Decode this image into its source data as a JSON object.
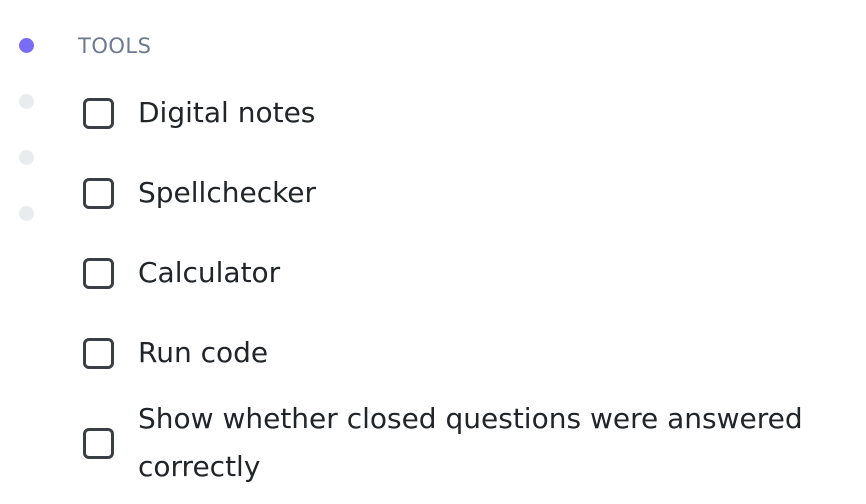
{
  "section": {
    "title": "TOOLS"
  },
  "steps": {
    "count": 4,
    "active_index": 0
  },
  "options": [
    {
      "label": "Digital notes",
      "checked": false
    },
    {
      "label": "Spellchecker",
      "checked": false
    },
    {
      "label": "Calculator",
      "checked": false
    },
    {
      "label": "Run code",
      "checked": false
    },
    {
      "label": "Show whether closed questions were answered correctly",
      "checked": false
    }
  ],
  "colors": {
    "accent": "#7b6cf6",
    "inactive_dot": "#e9ecef",
    "title": "#6b7a8f",
    "checkbox_border": "#3a3f45"
  }
}
